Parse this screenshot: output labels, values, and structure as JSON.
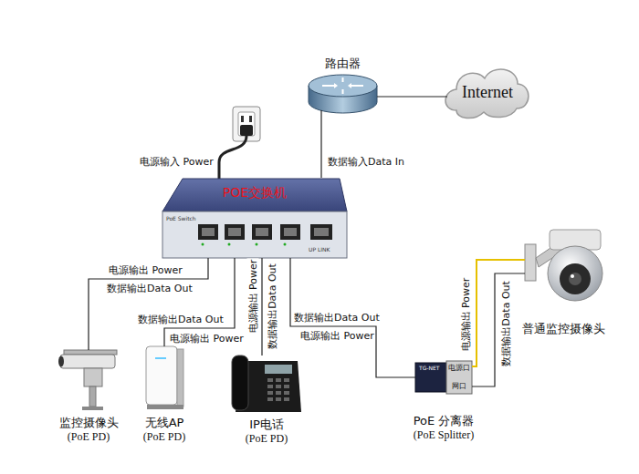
{
  "diagram": {
    "nodes": [
      {
        "text": [
          "路由器"
        ]
      },
      {
        "text": [
          "Internet"
        ]
      },
      {
        "text": [
          "POE交换机",
          "PoE Switch",
          "UP LINK"
        ]
      },
      {
        "text": [
          "监控摄像头",
          "(PoE PD)"
        ]
      },
      {
        "text": [
          "无线AP",
          "(PoE PD)"
        ]
      },
      {
        "text": [
          "IP电话",
          "(PoE PD)"
        ]
      },
      {
        "text": [
          "PoE 分离器",
          "(PoE Splitter)",
          "TG-NET"
        ]
      },
      {
        "text": [
          "普通监控摄像头"
        ]
      }
    ],
    "edges": [
      {
        "from": 2,
        "to": 0,
        "arrow": "none"
      },
      {
        "from": 0,
        "to": 1,
        "arrow": "none"
      },
      {
        "from": 2,
        "to": 3,
        "arrow": "none"
      },
      {
        "from": 2,
        "to": 4,
        "arrow": "none"
      },
      {
        "from": 2,
        "to": 5,
        "arrow": "none"
      },
      {
        "from": 2,
        "to": 6,
        "arrow": "none"
      },
      {
        "from": 6,
        "to": 7,
        "arrow": "none"
      },
      {
        "from": 6,
        "to": 7,
        "arrow": "none"
      }
    ],
    "labels": [
      "电源输入 Power",
      "数据输入Data In",
      "电源输出 Power",
      "数据输出Data Out",
      "数据输出Data Out",
      "电源输出 Power",
      "电源输出 Power",
      "数据输出Data Out",
      "数据输出Data Out",
      "电源输出 Power",
      "电源输出 Power",
      "数据输出Data Out",
      "电源口",
      "网口"
    ]
  }
}
